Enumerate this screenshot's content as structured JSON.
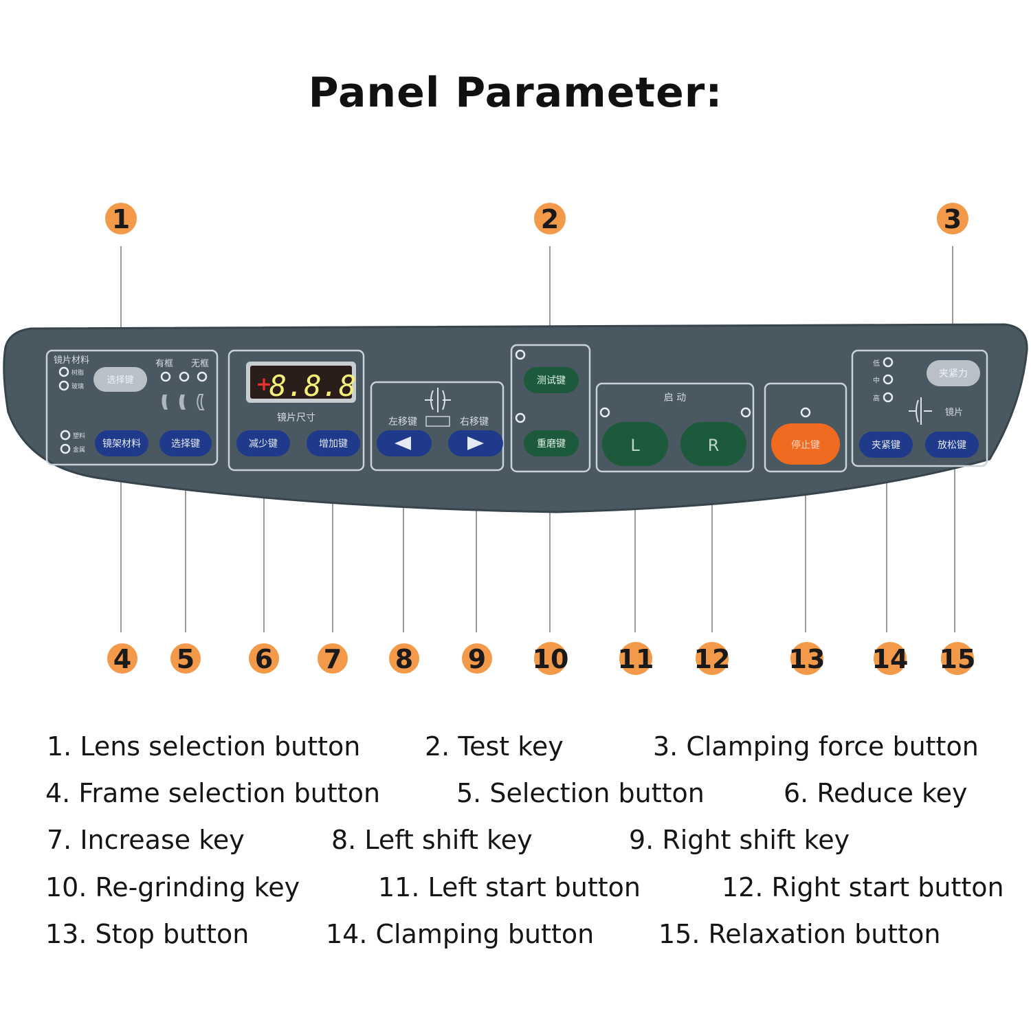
{
  "title": "Panel Parameter:",
  "colors": {
    "panel": "#4a5861",
    "panel_edge": "#37444c",
    "frame_line": "#c9d2d6",
    "blue_button": "#1f3a8a",
    "green_button": "#1d5a3c",
    "orange_button": "#f06a20",
    "grey_button": "#b9c1c6",
    "badge": "#f39a4a",
    "display_digits": "#f4ef7a"
  },
  "panel": {
    "lens_material_label": "镜片材料",
    "resin_label": "树脂",
    "glass_label": "玻璃",
    "plastic_label": "塑料",
    "metal_label": "金属",
    "select_key": "选择键",
    "frame_label": "有框",
    "rimless_label": "无框",
    "frame_material_key": "镜架材料",
    "select_key_2": "选择键",
    "display_sign": "+",
    "display_value": "8.8.8",
    "lens_size_label": "镜片尺寸",
    "reduce_key": "减少键",
    "increase_key": "增加键",
    "left_move_label": "左移键",
    "right_move_label": "右移键",
    "test_key": "测试键",
    "regrind_key": "重磨键",
    "start_label": "启 动",
    "left_key": "L",
    "right_key": "R",
    "stop_key": "停止键",
    "low_label": "低",
    "mid_label": "中",
    "high_label": "高",
    "clamp_force_key": "夹紧力",
    "lens_label": "镜片",
    "clamp_key": "夹紧键",
    "release_key": "放松键"
  },
  "callouts_top": [
    "1",
    "2",
    "3"
  ],
  "callouts_bottom": [
    "4",
    "5",
    "6",
    "7",
    "8",
    "9",
    "10",
    "11",
    "12",
    "13",
    "14",
    "15"
  ],
  "legend": [
    "1. Lens selection button",
    "2. Test key",
    "3. Clamping force button",
    "4. Frame selection button",
    "5. Selection button",
    "6. Reduce key",
    "7. Increase key",
    "8. Left shift key",
    "9. Right shift key",
    "10. Re-grinding key",
    "11. Left start button",
    "12. Right start button",
    "13. Stop button",
    "14. Clamping button",
    "15. Relaxation button"
  ]
}
